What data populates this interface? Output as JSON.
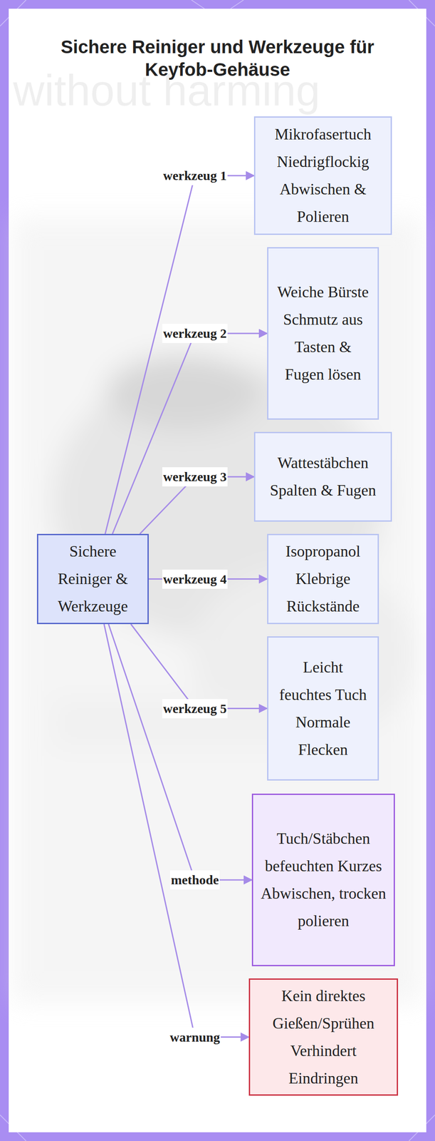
{
  "diagram": {
    "title": "Sichere Reiniger und Werkzeuge für Keyfob-Gehäuse",
    "nodes": [
      {
        "text": [
          "Sichere Reiniger & Werkzeuge"
        ]
      },
      {
        "text": [
          "Mikrofasertuch Niedrigflockig Abwischen & Polieren"
        ]
      },
      {
        "text": [
          "Weiche Bürste Schmutz aus Tasten & Fugen lösen"
        ]
      },
      {
        "text": [
          "Wattestäbchen Spalten & Fugen"
        ]
      },
      {
        "text": [
          "Isopropanol Klebrige Rückstände"
        ]
      },
      {
        "text": [
          "Leicht feuchtes Tuch Normale Flecken"
        ]
      },
      {
        "text": [
          "Tuch/Stäbchen befeuchten Kurzes Abwischen, trocken polieren"
        ]
      },
      {
        "text": [
          "Kein direktes Gießen/Sprühen Verhindert Eindringen"
        ]
      }
    ],
    "edges": [
      {
        "from": 0,
        "to": 1,
        "label": "werkzeug 1",
        "arrow": "to"
      },
      {
        "from": 0,
        "to": 2,
        "label": "werkzeug 2",
        "arrow": "to"
      },
      {
        "from": 0,
        "to": 3,
        "label": "werkzeug 3",
        "arrow": "to"
      },
      {
        "from": 0,
        "to": 4,
        "label": "werkzeug 4",
        "arrow": "to"
      },
      {
        "from": 0,
        "to": 5,
        "label": "werkzeug 5",
        "arrow": "to"
      },
      {
        "from": 0,
        "to": 6,
        "label": "methode",
        "arrow": "to"
      },
      {
        "from": 0,
        "to": 7,
        "label": "warnung",
        "arrow": "to"
      }
    ],
    "labels": [
      "without harming"
    ]
  }
}
